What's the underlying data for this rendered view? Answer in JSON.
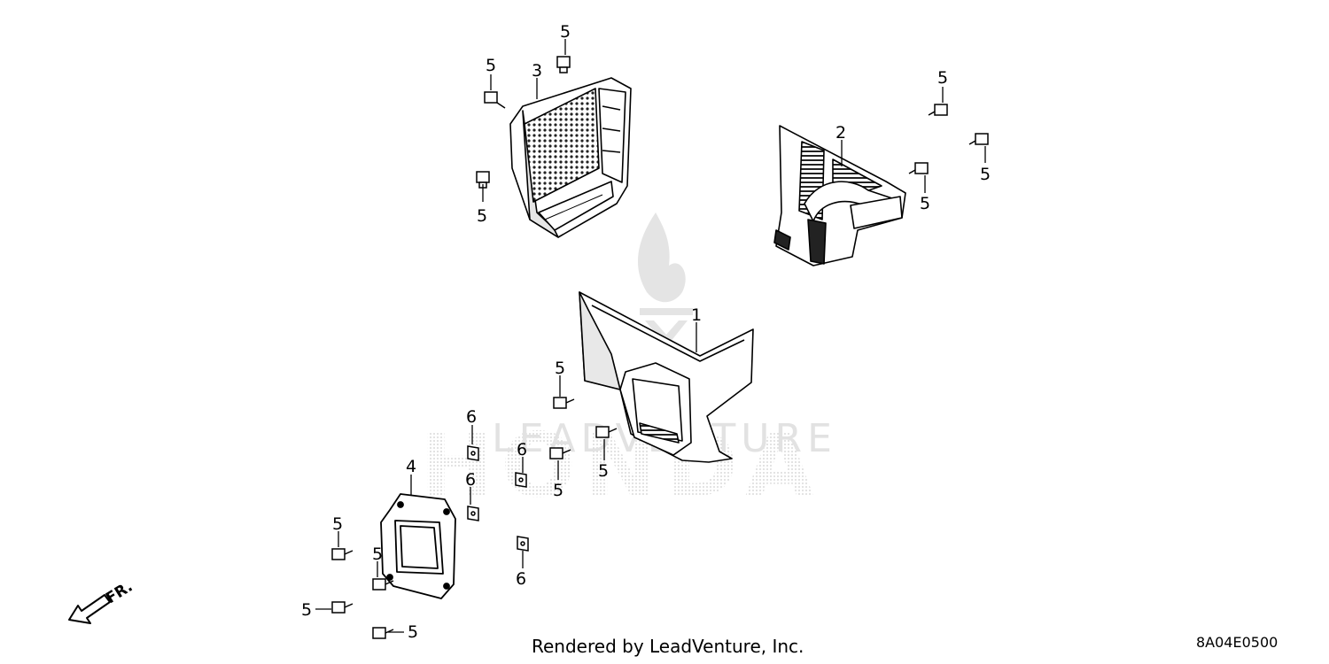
{
  "callouts": [
    {
      "id": "c1",
      "label": "1"
    },
    {
      "id": "c2",
      "label": "2"
    },
    {
      "id": "c3",
      "label": "3"
    },
    {
      "id": "c4",
      "label": "4"
    },
    {
      "id": "c5a",
      "label": "5"
    },
    {
      "id": "c5b",
      "label": "5"
    },
    {
      "id": "c5c",
      "label": "5"
    },
    {
      "id": "c5d",
      "label": "5"
    },
    {
      "id": "c5e",
      "label": "5"
    },
    {
      "id": "c5f",
      "label": "5"
    },
    {
      "id": "c5g",
      "label": "5"
    },
    {
      "id": "c5h",
      "label": "5"
    },
    {
      "id": "c5i",
      "label": "5"
    },
    {
      "id": "c5j",
      "label": "5"
    },
    {
      "id": "c5k",
      "label": "5"
    },
    {
      "id": "c5l",
      "label": "5"
    },
    {
      "id": "c5m",
      "label": "5"
    },
    {
      "id": "c6a",
      "label": "6"
    },
    {
      "id": "c6b",
      "label": "6"
    },
    {
      "id": "c6c",
      "label": "6"
    },
    {
      "id": "c6d",
      "label": "6"
    }
  ],
  "direction": {
    "label": "FR."
  },
  "watermark": {
    "text": "LEADVENTURE",
    "brand": "HONDA"
  },
  "footer": {
    "credit": "Rendered by LeadVenture, Inc.",
    "code": "8A04E0500"
  },
  "colors": {
    "line": "#000000",
    "watermark": "#d9d9d9",
    "background": "#ffffff"
  },
  "icons": [
    "front-direction-arrow-icon",
    "flame-logo-icon"
  ]
}
